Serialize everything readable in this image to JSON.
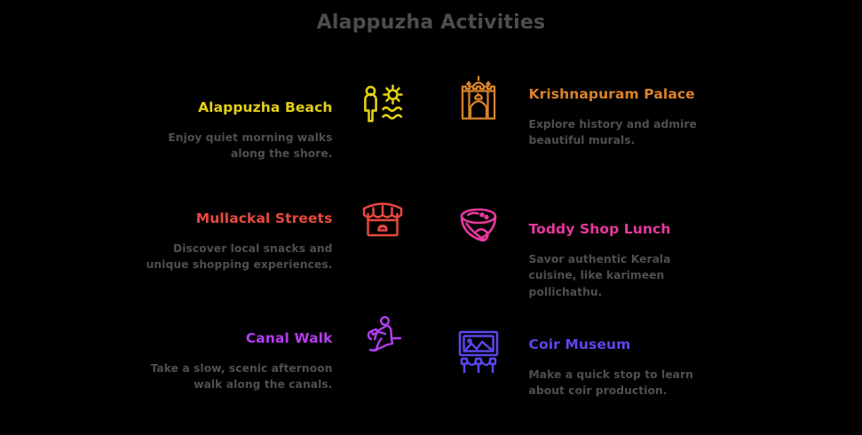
{
  "header": {
    "title": "Alappuzha Activities",
    "title_color": "#4d4d4d"
  },
  "colors": {
    "background": "#000000",
    "description_text": "#4f4f4f"
  },
  "columns": {
    "left": [
      {
        "title": "Alappuzha Beach",
        "description": "Enjoy quiet morning walks along the shore.",
        "color": "#e3cf13",
        "icon": "beach-person-sun-waves-icon"
      },
      {
        "title": "Mullackal Streets",
        "description": "Discover local snacks and unique shopping experiences.",
        "color": "#e8483f",
        "icon": "market-stall-icon"
      },
      {
        "title": "Canal Walk",
        "description": "Take a slow, scenic afternoon walk along the canals.",
        "color": "#b33df0",
        "icon": "hiker-backpack-icon"
      }
    ],
    "right": [
      {
        "title": "Krishnapuram Palace",
        "description": "Explore history and admire beautiful murals.",
        "color": "#d9822b",
        "icon": "palace-gateway-icon"
      },
      {
        "title": "Toddy Shop Lunch",
        "description": "Savor authentic Kerala cuisine, like karimeen pollichathu.",
        "color": "#e8389e",
        "icon": "food-bowl-spoon-icon"
      },
      {
        "title": "Coir Museum",
        "description": "Make a quick stop to learn about coir production.",
        "color": "#5b46ec",
        "icon": "museum-framed-picture-icon"
      }
    ]
  }
}
